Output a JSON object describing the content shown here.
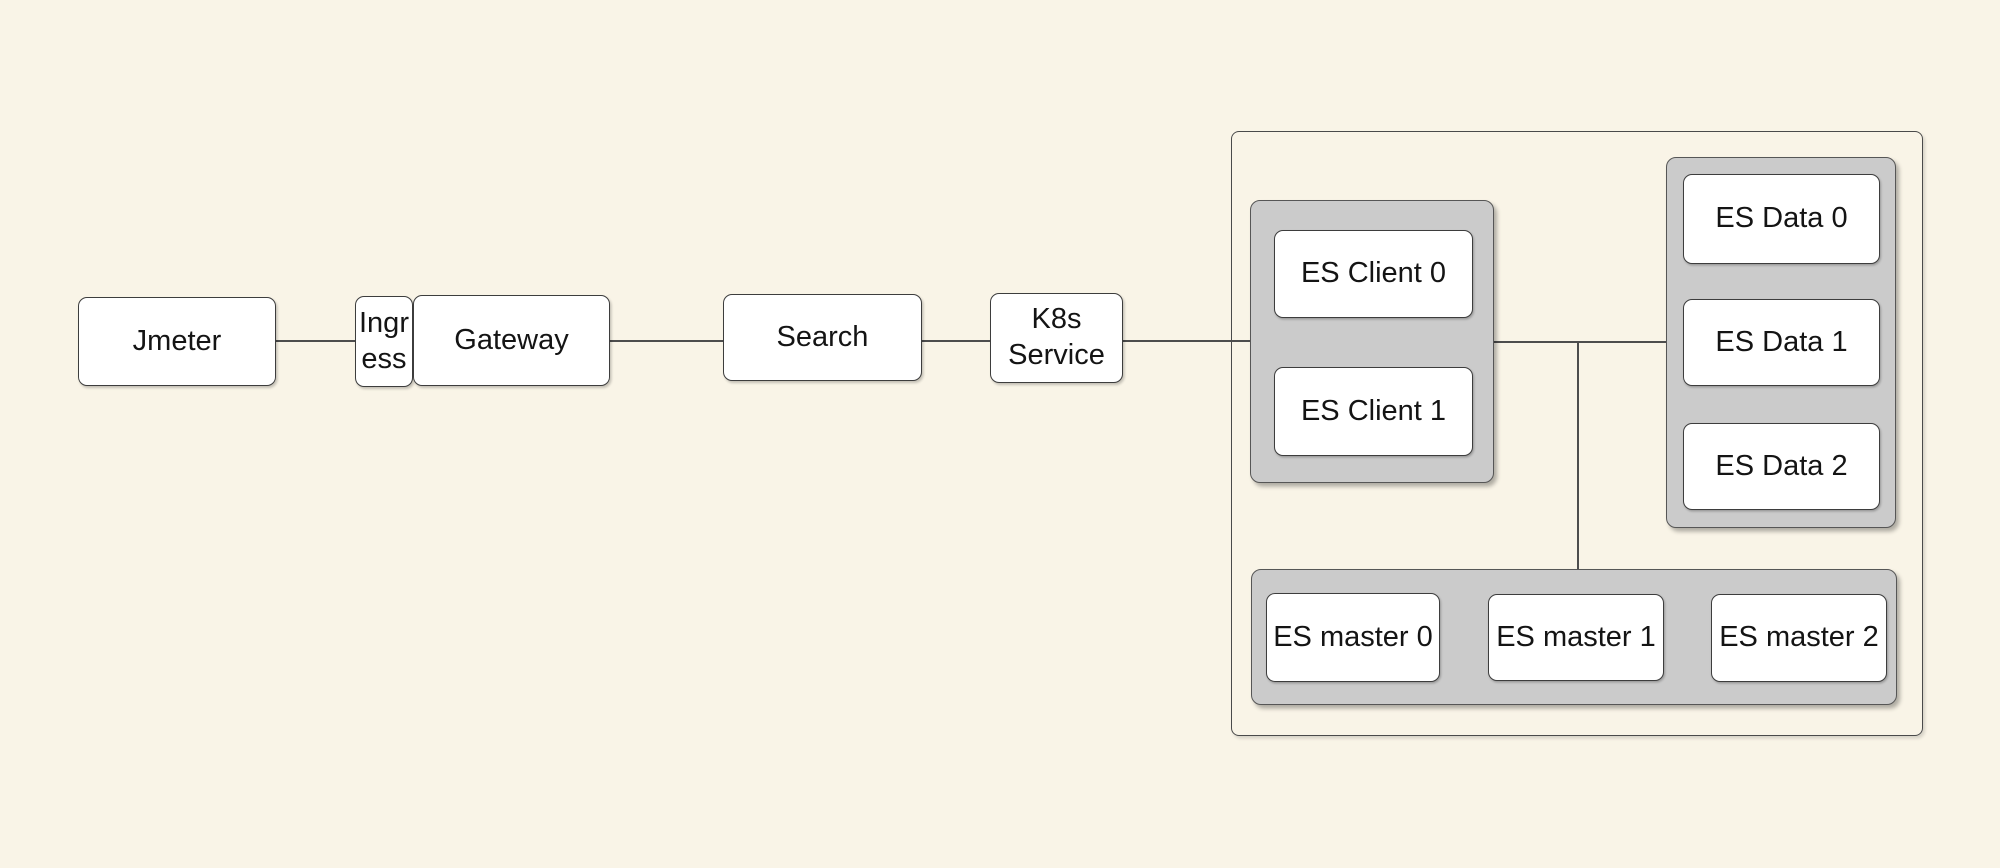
{
  "nodes": {
    "jmeter": {
      "label": "Jmeter"
    },
    "ingress": {
      "label": "Ingress"
    },
    "gateway": {
      "label": "Gateway"
    },
    "search": {
      "label": "Search"
    },
    "k8s_service": {
      "label": "K8s Service"
    },
    "es_client_0": {
      "label": "ES Client 0"
    },
    "es_client_1": {
      "label": "ES Client 1"
    },
    "es_data_0": {
      "label": "ES Data 0"
    },
    "es_data_1": {
      "label": "ES Data 1"
    },
    "es_data_2": {
      "label": "ES Data 2"
    },
    "es_master_0": {
      "label": "ES master 0"
    },
    "es_master_1": {
      "label": "ES master 1"
    },
    "es_master_2": {
      "label": "ES master 2"
    }
  },
  "edges": [
    {
      "from": "jmeter",
      "to": "ingress"
    },
    {
      "from": "ingress",
      "to": "gateway",
      "style": "adjacent"
    },
    {
      "from": "gateway",
      "to": "search"
    },
    {
      "from": "search",
      "to": "k8s_service"
    },
    {
      "from": "k8s_service",
      "to": "es_client_group"
    },
    {
      "from": "es_client_group",
      "to": "es_data_group"
    },
    {
      "from": "trunk_line",
      "to": "es_master_group",
      "style": "branch-down"
    }
  ],
  "colors": {
    "background": "#f9f4e7",
    "node_fill": "#ffffff",
    "group_fill": "#cbcbcb",
    "node_border": "#3d3d3d",
    "group_border": "#565656",
    "outer_border": "#4a4a4a",
    "connector": "#4d4d4d",
    "text": "#141414"
  }
}
